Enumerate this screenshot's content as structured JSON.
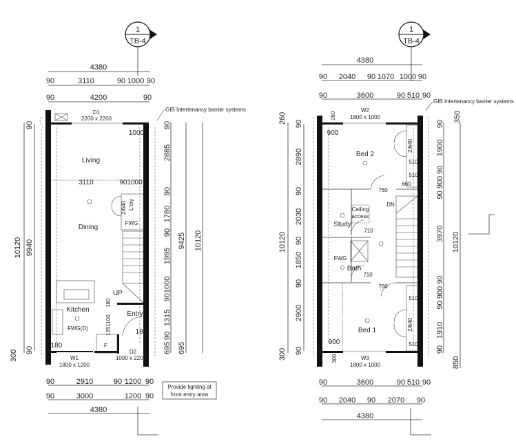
{
  "section_marker": {
    "number": "1",
    "ref": "TB-4"
  },
  "left_plan": {
    "dims_top": [
      "4380",
      "90",
      "3110",
      "90",
      "1000",
      "90",
      "90",
      "4200",
      "90"
    ],
    "gib_note": "GIB Intertenancy barrier systems",
    "door_d1": {
      "tag": "D1",
      "size": "2200 x 2200"
    },
    "dim_1000": "1000",
    "rooms": {
      "living": "Living",
      "dining": "Dining",
      "kitchen": "Kitchen",
      "entry": "Entry",
      "laundry": "L'dry"
    },
    "inner_dims": [
      "3110",
      "901000",
      "2/640",
      "180",
      "1251100",
      "180",
      "180"
    ],
    "labels": {
      "fwg": "FWG",
      "fwg_d": "FWG(D)",
      "up": "UP",
      "fridge": "F."
    },
    "window_w1": {
      "tag": "W1",
      "size": "1800 x 1200"
    },
    "door_d2": {
      "tag": "D2",
      "size": "1000 x 2200"
    },
    "dims_left": [
      "10120",
      "9940",
      "300",
      "90",
      "90"
    ],
    "dims_right": [
      "90",
      "2885",
      "90",
      "1780",
      "90",
      "1995",
      "901000",
      "1315",
      "90",
      "695",
      "9425",
      "695",
      "10120"
    ],
    "dims_bottom": [
      "90",
      "2910",
      "90",
      "1200",
      "90",
      "90",
      "3000",
      "1200",
      "90",
      "4380"
    ],
    "note": [
      "Provide lighting at",
      "front entry area"
    ]
  },
  "right_plan": {
    "dims_top": [
      "4380",
      "90",
      "2040",
      "90",
      "1070",
      "1000",
      "90",
      "90",
      "3600",
      "90",
      "510",
      "90"
    ],
    "gib_note": "GIB Intertenancy barrier systems",
    "window_w2": {
      "tag": "W2",
      "size": "1800 x 1000"
    },
    "rooms": {
      "bed2": "Bed 2",
      "study": "Study",
      "bath": "Bath",
      "bed1": "Bed 1"
    },
    "labels": {
      "dn": "DN",
      "ceiling_access": [
        "Ceiling",
        "access"
      ],
      "fwg": "FWG"
    },
    "inner_dims": [
      "900",
      "260",
      "2/640",
      "510",
      "510",
      "660",
      "760",
      "710",
      "710",
      "760",
      "510",
      "2/640",
      "510",
      "900",
      "300"
    ],
    "window_w3": {
      "tag": "W3",
      "size": "1800 x 1000"
    },
    "dims_left": [
      "260",
      "90",
      "2890",
      "90",
      "2030",
      "90",
      "1850",
      "90",
      "2900",
      "90",
      "300",
      "10120"
    ],
    "dims_right": [
      "350",
      "90",
      "1900",
      "90 900 90",
      "3970",
      "90 900 90",
      "1910",
      "90",
      "850",
      "10120"
    ],
    "dims_bottom": [
      "90",
      "3600",
      "90",
      "510",
      "90",
      "90",
      "2040",
      "90",
      "2070",
      "90",
      "4380"
    ]
  }
}
